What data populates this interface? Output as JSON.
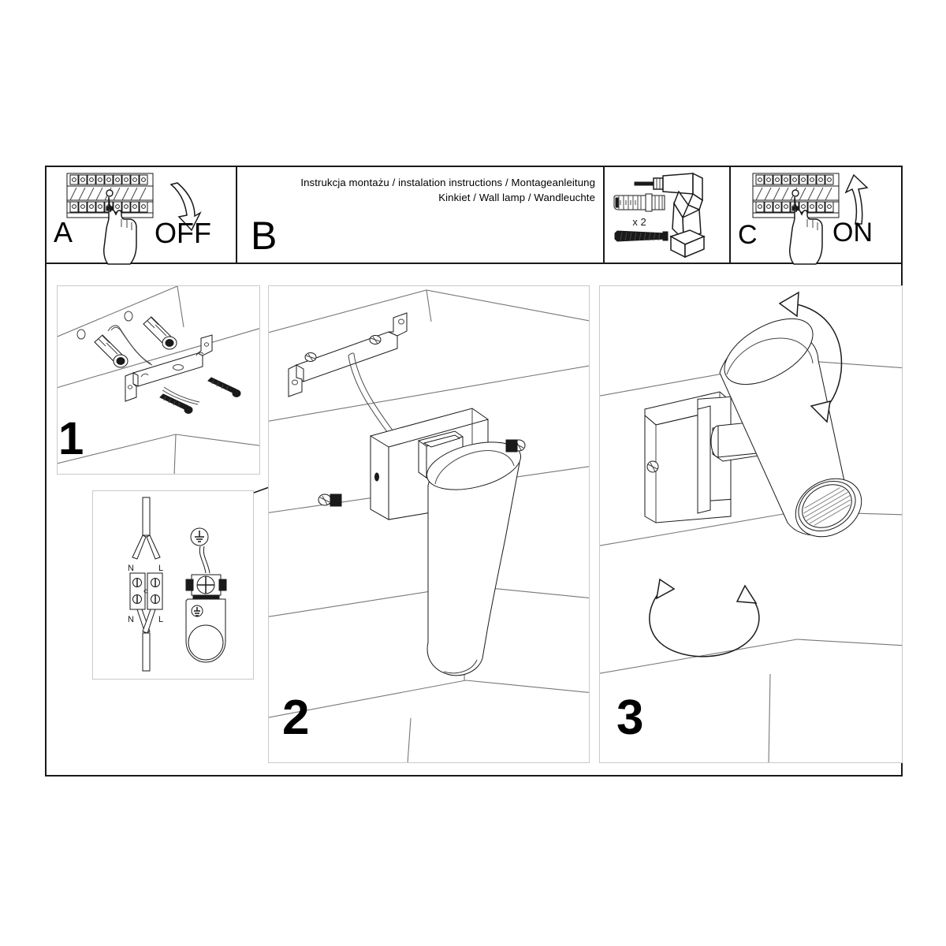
{
  "document": {
    "type": "installation-instruction-sheet",
    "title_lines": [
      "Instrukcja montażu / instalation instructions / Montageanleitung",
      "Kinkiet / Wall lamp / Wandleuchte"
    ],
    "product": "Kinkiet / Wall lamp / Wandleuchte"
  },
  "header": {
    "panel_a": {
      "letter": "A",
      "action_label": "OFF",
      "icons": [
        "circuit-breaker-panel-icon",
        "hand-pointing-icon",
        "arrow-down-curved-icon"
      ]
    },
    "panel_b": {
      "letter": "B"
    },
    "panel_tools": {
      "quantity_label": "x 2",
      "icons": [
        "wall-plug-icon",
        "screw-icon",
        "power-drill-icon"
      ]
    },
    "panel_c": {
      "letter": "C",
      "action_label": "ON",
      "icons": [
        "circuit-breaker-panel-icon",
        "hand-pointing-icon",
        "arrow-up-curved-icon"
      ]
    }
  },
  "steps": [
    {
      "number": "1",
      "name": "mount-bracket",
      "icons": [
        "mounting-bracket-icon",
        "wall-anchor-icon",
        "screw-icon",
        "drill-hole-icon"
      ]
    },
    {
      "number": "2",
      "name": "attach-lamp-body",
      "icons": [
        "mounting-bracket-icon",
        "power-cable-icon",
        "lamp-base-icon",
        "spot-cylinder-icon",
        "grub-screw-icon"
      ]
    },
    {
      "number": "3",
      "name": "adjust-spot-direction",
      "icons": [
        "lamp-base-icon",
        "spot-cylinder-icon",
        "arrow-tilt-icon",
        "arrow-rotate-icon"
      ]
    }
  ],
  "wiring_detail": {
    "name": "terminal-block-wiring-diagram",
    "terminal_labels_top": [
      "N",
      "L"
    ],
    "terminal_labels_bottom": [
      "N",
      "L"
    ],
    "earth_symbol": "earth-ground-icon",
    "icons": [
      "terminal-block-icon",
      "wire-icon",
      "earth-ground-icon",
      "earth-screw-terminal-icon"
    ]
  },
  "colors": {
    "line": "#1a1a1a",
    "wall_line": "#777777",
    "panel_border": "#c9c9c9",
    "background": "#ffffff"
  }
}
